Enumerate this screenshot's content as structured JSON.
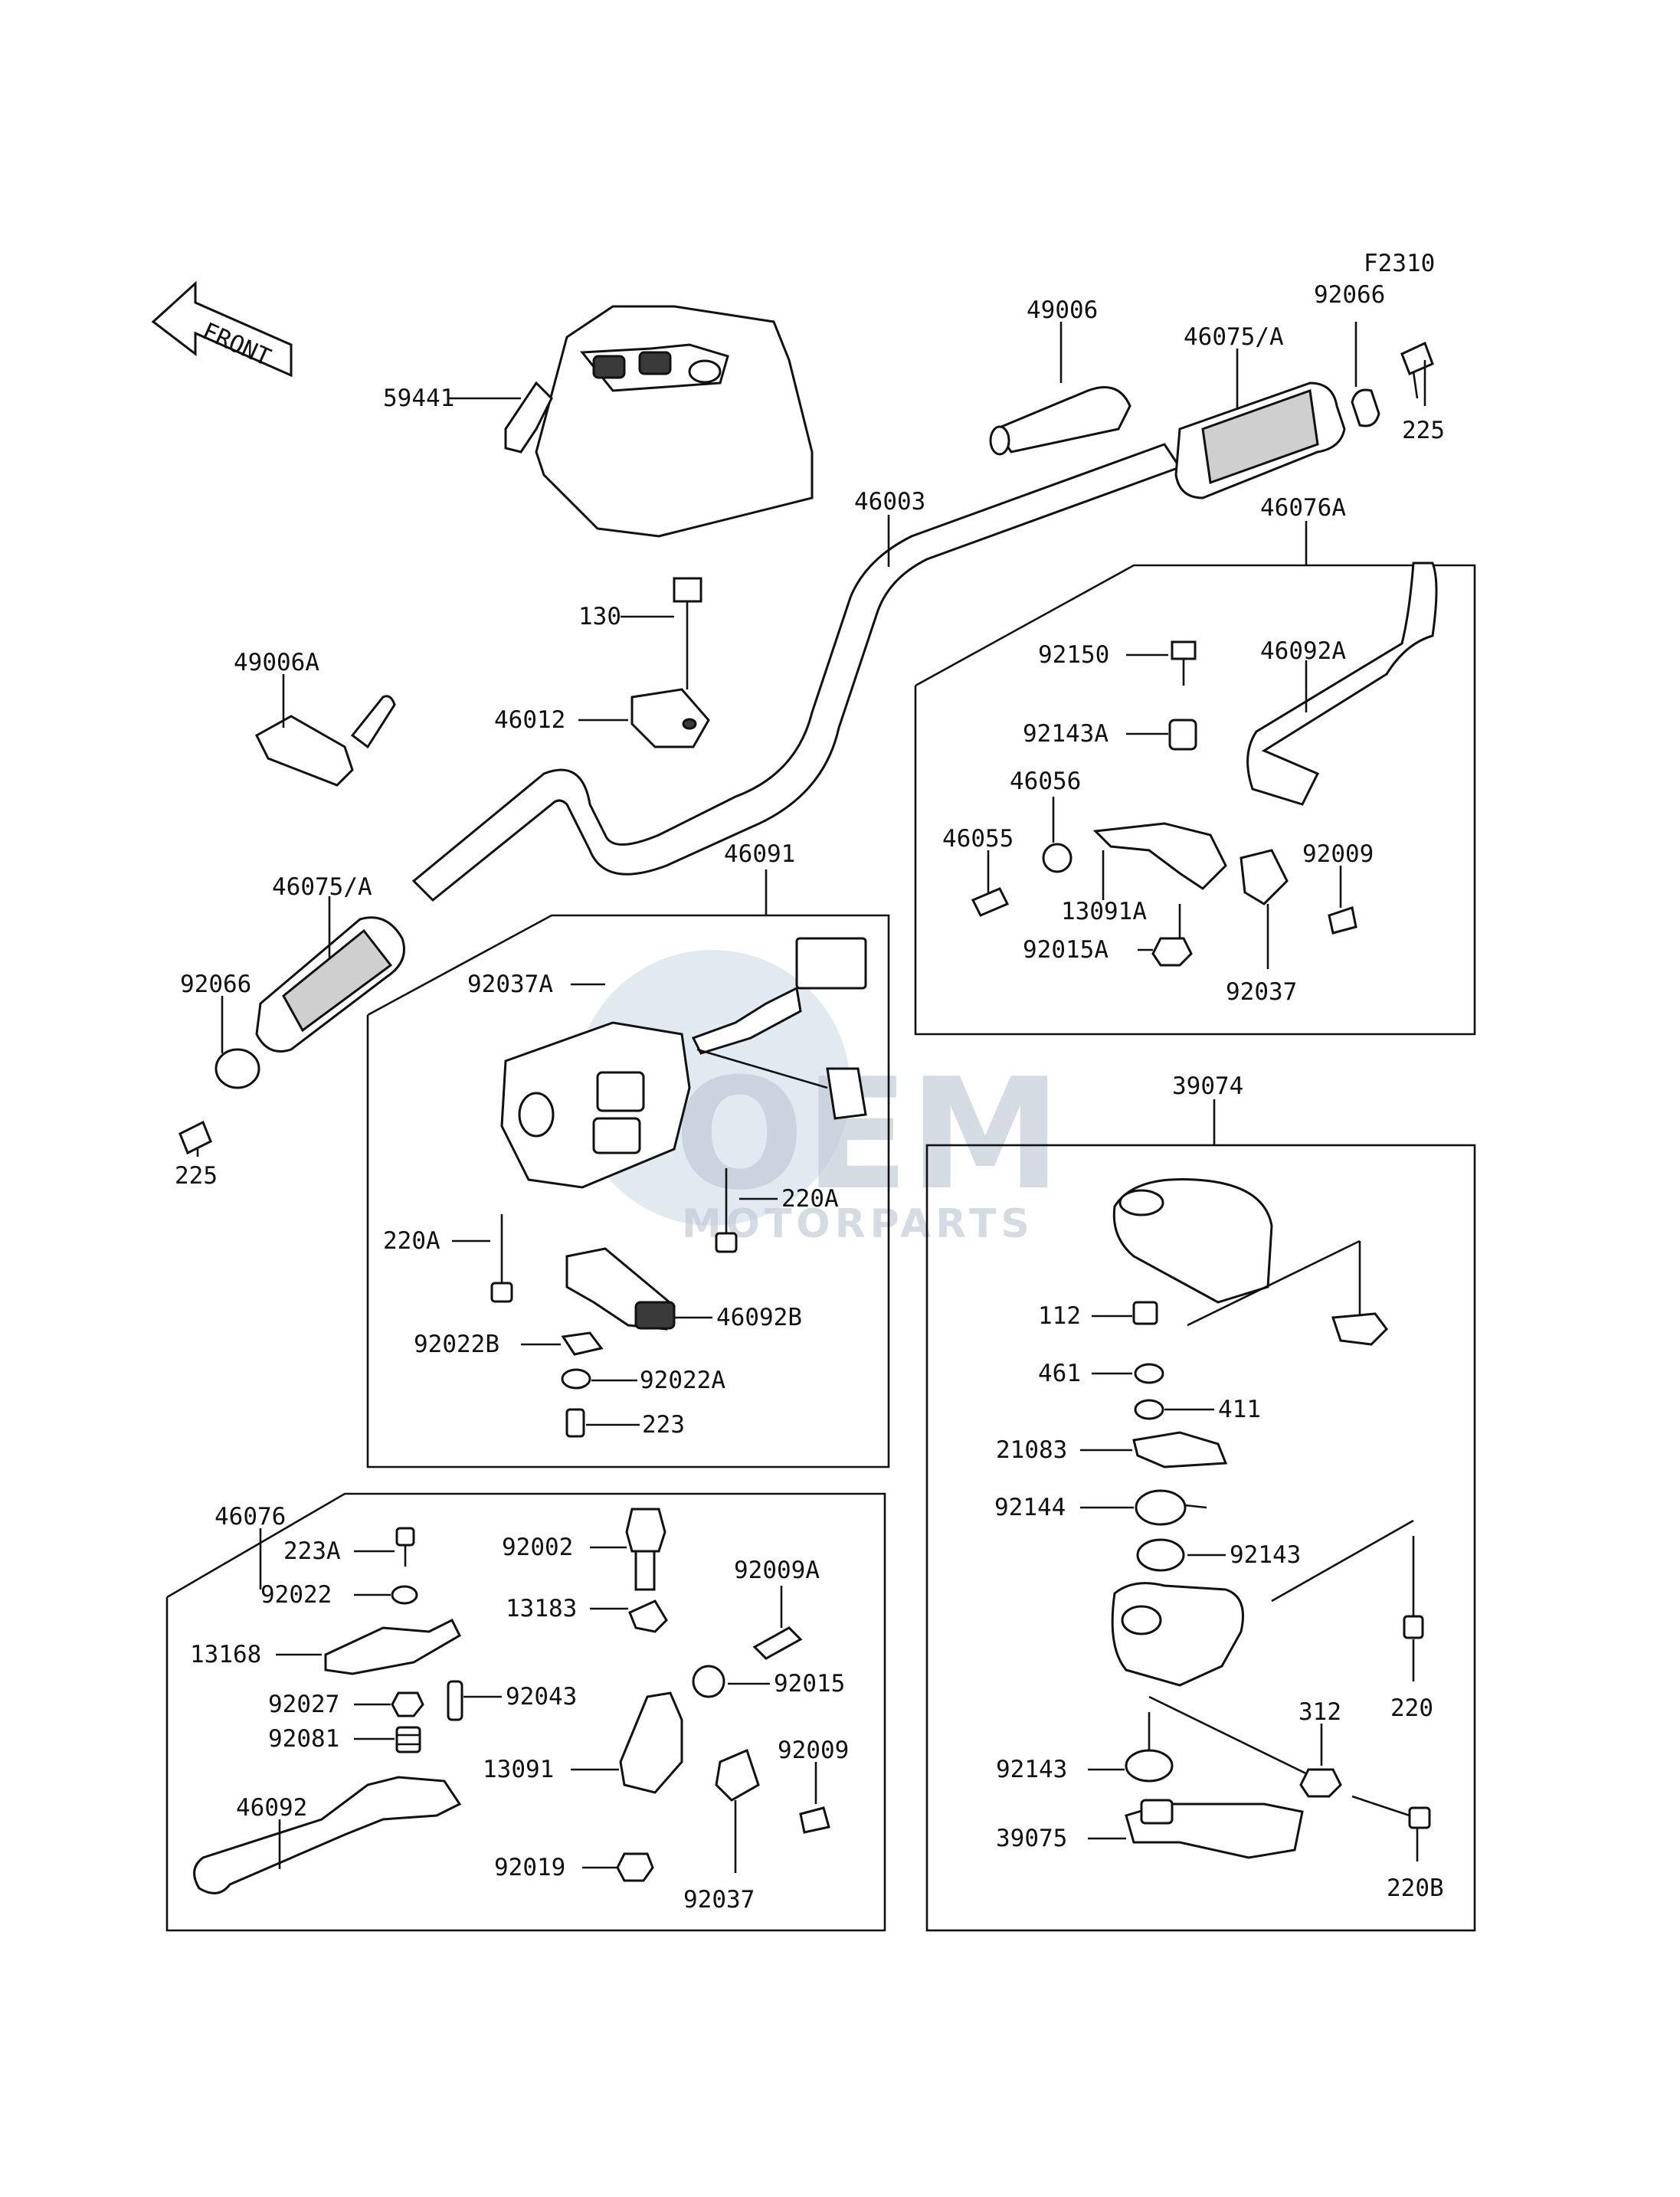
{
  "figure_code": "F2310",
  "front_label": "FRONT",
  "watermark": {
    "big": "OEM",
    "small": "MOTORPARTS"
  },
  "parts": {
    "p59441": "59441",
    "p49006": "49006",
    "p46075A_r": "46075/A",
    "p92066_r": "92066",
    "p225_r": "225",
    "p46003": "46003",
    "p46076A": "46076A",
    "p130": "130",
    "p49006A": "49006A",
    "p46012": "46012",
    "p92150": "92150",
    "p46092A": "46092A",
    "p92143A": "92143A",
    "p46056": "46056",
    "p46055": "46055",
    "p92009_t": "92009",
    "p13091A": "13091A",
    "p92015A": "92015A",
    "p92037_t": "92037",
    "p46091": "46091",
    "p46075A_l": "46075/A",
    "p92066_l": "92066",
    "p225_l": "225",
    "p92037A": "92037A",
    "p220A_r": "220A",
    "p220A_l": "220A",
    "p92022B": "92022B",
    "p46092B": "46092B",
    "p92022A": "92022A",
    "p223": "223",
    "p39074": "39074",
    "p112": "112",
    "p461": "461",
    "p411": "411",
    "p21083": "21083",
    "p92144": "92144",
    "p92143_a": "92143",
    "p220": "220",
    "p312": "312",
    "p92143_b": "92143",
    "p39075": "39075",
    "p220B": "220B",
    "p46076": "46076",
    "p223A": "223A",
    "p92002": "92002",
    "p92009A": "92009A",
    "p92022": "92022",
    "p13183": "13183",
    "p13168": "13168",
    "p92027": "92027",
    "p92043": "92043",
    "p92015": "92015",
    "p92081": "92081",
    "p13091": "13091",
    "p92009_b": "92009",
    "p46092": "46092",
    "p92019": "92019",
    "p92037_b": "92037"
  }
}
